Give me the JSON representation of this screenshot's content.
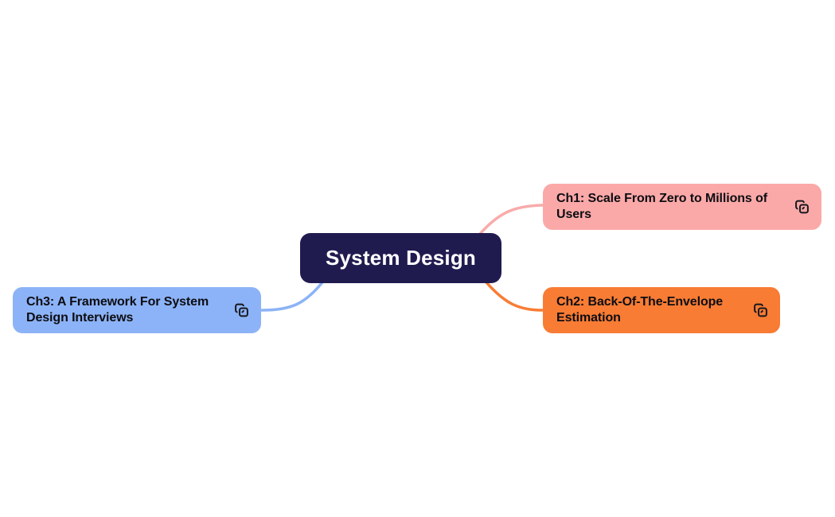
{
  "canvas": {
    "background": "#ffffff"
  },
  "mindmap": {
    "root": {
      "label": "System Design",
      "bg": "#201b4f",
      "text_color": "#ffffff"
    },
    "nodes": [
      {
        "id": "ch1",
        "label": "Ch1: Scale From Zero to Millions of Users",
        "bg": "#fba9a8",
        "text_color": "#0d0d12",
        "connector_color": "#f8abaa",
        "icon": "link-squares-icon",
        "icon_color": "#17171c"
      },
      {
        "id": "ch2",
        "label": "Ch2: Back-Of-The-Envelope Estimation",
        "bg": "#f87c34",
        "text_color": "#0d0d12",
        "connector_color": "#f87c34",
        "icon": "link-squares-icon",
        "icon_color": "#17171c"
      },
      {
        "id": "ch3",
        "label": "Ch3: A Framework For System Design Interviews",
        "bg": "#8cb3f7",
        "text_color": "#0d0d12",
        "connector_color": "#8cb3f7",
        "icon": "link-squares-icon",
        "icon_color": "#17171c"
      }
    ]
  }
}
